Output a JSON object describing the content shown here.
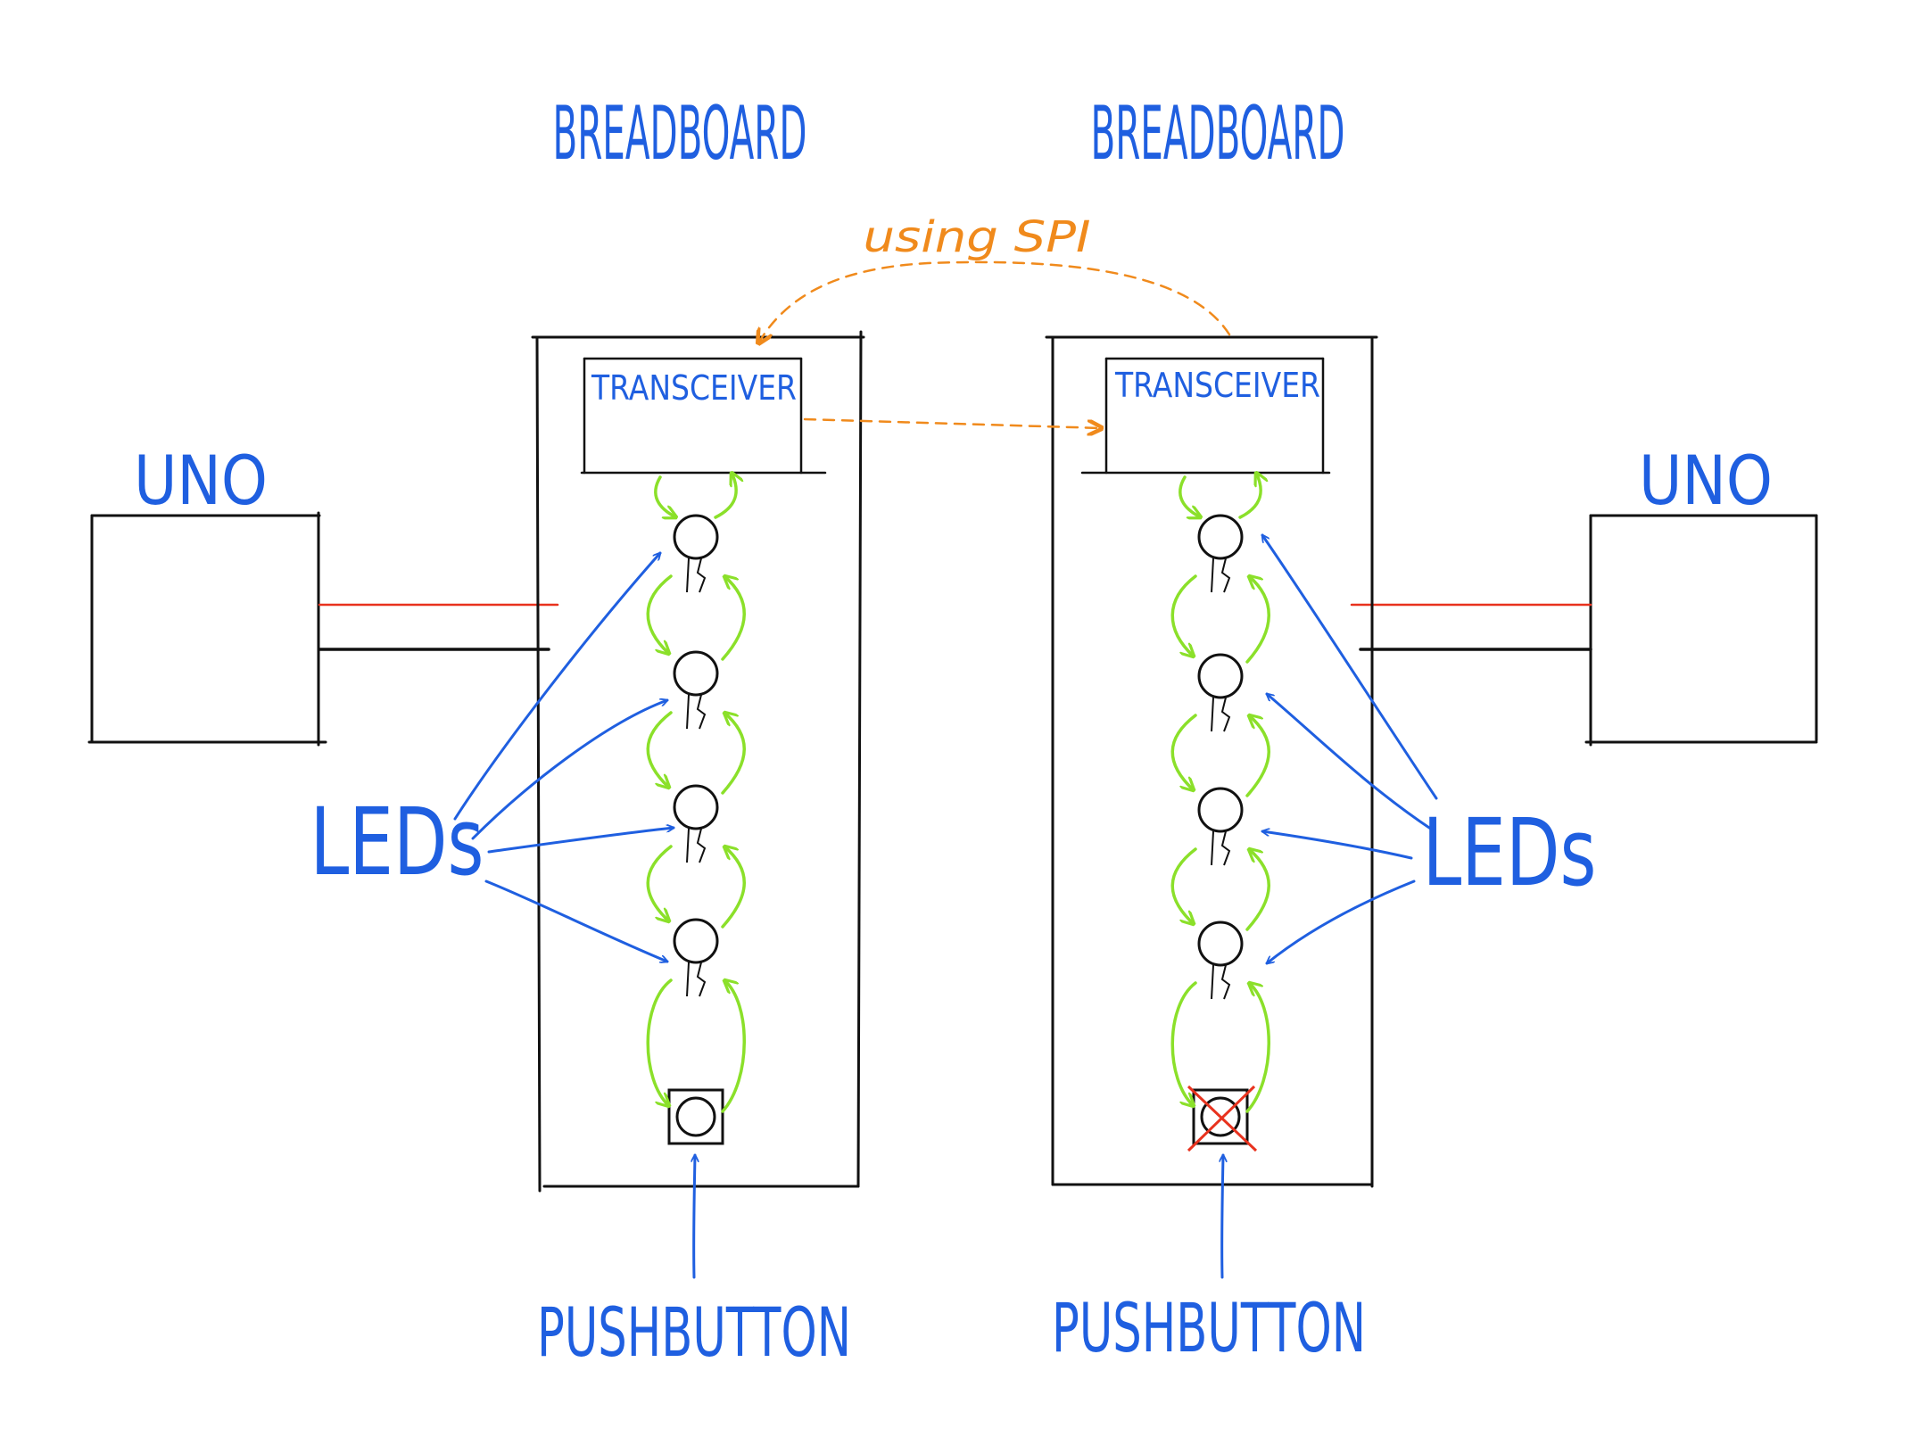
{
  "labels": {
    "breadboard_left": "BREADBOARD",
    "breadboard_right": "BREADBOARD",
    "uno_left": "UNO",
    "uno_right": "UNO",
    "transceiver_left": "TRANSCEIVER",
    "transceiver_right": "TRANSCEIVER",
    "leds_left": "LEDs",
    "leds_right": "LEDs",
    "pushbutton_left": "PUSHBUTTON",
    "pushbutton_right": "PUSHBUTTON",
    "link": "using SPI"
  },
  "colors": {
    "ink": "#111111",
    "label": "#1f5fe0",
    "signal": "#8be02a",
    "spi": "#f08a1c",
    "power": "#e8321e"
  }
}
